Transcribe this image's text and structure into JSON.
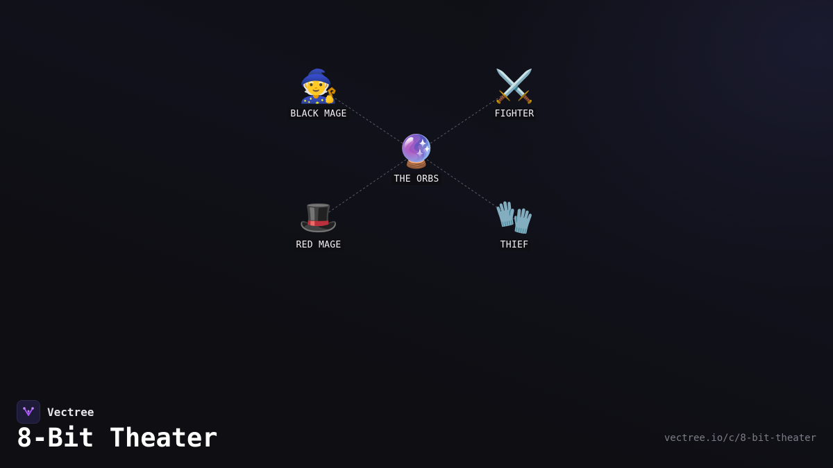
{
  "diagram": {
    "center": {
      "label": "THE ORBS",
      "icon": "crystal-ball-icon",
      "glyph": "🔮"
    },
    "nodes": [
      {
        "label": "BLACK MAGE",
        "icon": "mage-icon",
        "glyph": "🧙"
      },
      {
        "label": "FIGHTER",
        "icon": "crossed-swords-icon",
        "glyph": "⚔️"
      },
      {
        "label": "RED MAGE",
        "icon": "top-hat-icon",
        "glyph": "🎩"
      },
      {
        "label": "THIEF",
        "icon": "gloves-icon",
        "glyph": "🧤"
      }
    ],
    "edge_color": "#5a5a66"
  },
  "brand": {
    "name": "Vectree",
    "logo_color": "#a855f7"
  },
  "page": {
    "title": "8-Bit Theater",
    "url": "vectree.io/c/8-bit-theater"
  }
}
